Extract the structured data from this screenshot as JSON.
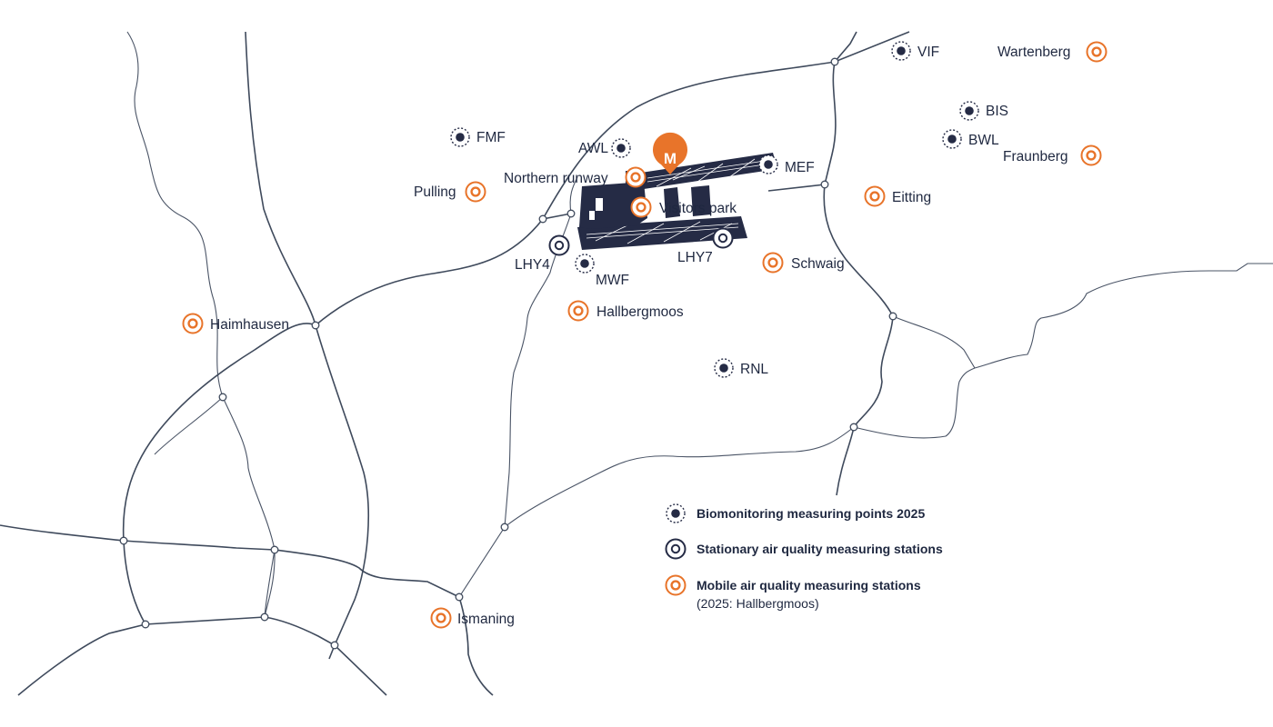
{
  "map": {
    "airport_marker_letter": "M",
    "colors": {
      "accent": "#e8742a",
      "navy": "#252b45",
      "road": "#3f4a5c",
      "background": "#ffffff"
    },
    "biomonitoring_points": [
      "VIF",
      "BIS",
      "BWL",
      "FMF",
      "AWL",
      "MEF",
      "MWF",
      "RNL"
    ],
    "stationary_stations": [
      "LHY4",
      "LHY7"
    ],
    "mobile_stations": [
      "Wartenberg",
      "Fraunberg",
      "Eitting",
      "Northern runway",
      "Visitors park",
      "Pulling",
      "Schwaig",
      "Hallbergmoos",
      "Haimhausen",
      "Ismaning"
    ]
  },
  "labels": {
    "VIF": "VIF",
    "BIS": "BIS",
    "BWL": "BWL",
    "FMF": "FMF",
    "AWL": "AWL",
    "MEF": "MEF",
    "MWF": "MWF",
    "RNL": "RNL",
    "LHY4": "LHY4",
    "LHY7": "LHY7",
    "wartenberg": "Wartenberg",
    "fraunberg": "Fraunberg",
    "eitting": "Eitting",
    "northern_runway": "Northern runway",
    "visitors_park": "Visitors park",
    "pulling": "Pulling",
    "schwaig": "Schwaig",
    "hallbergmoos": "Hallbergmoos",
    "haimhausen": "Haimhausen",
    "ismaning": "Ismaning"
  },
  "legend": {
    "biomonitoring": "Biomonitoring measuring points 2025",
    "stationary": "Stationary air quality measuring stations",
    "mobile": "Mobile air quality measuring stations",
    "mobile_note": "(2025: Hallbergmoos)"
  }
}
